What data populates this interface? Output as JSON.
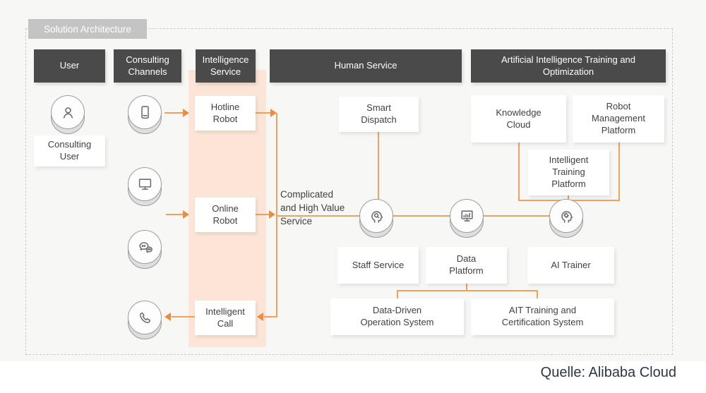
{
  "tag": {
    "label": "Solution Architecture"
  },
  "headers": {
    "user": "User",
    "consulting_channels": "Consulting Channels",
    "intelligence_service": "Intelligence Service",
    "human_service": "Human Service",
    "ai_training": "Artificial Intelligence Training and Optimization"
  },
  "nodes": {
    "consulting_user": "Consulting User",
    "hotline_robot": "Hotline Robot",
    "online_robot": "Online Robot",
    "intelligent_call": "Intelligent Call",
    "smart_dispatch": "Smart Dispatch",
    "knowledge_cloud": "Knowledge Cloud",
    "robot_management_platform": "Robot Management Platform",
    "intelligent_training_platform": "Intelligent Training Platform",
    "staff_service": "Staff Service",
    "data_platform": "Data Platform",
    "ai_trainer": "AI Trainer",
    "data_driven_operation_system": "Data-Driven Operation System",
    "ait_training_certification_system": "AIT Training and Certification System"
  },
  "labels": {
    "flow": "Complicated\nand High Value\nService",
    "source": "Quelle: Alibaba Cloud"
  },
  "icons": {
    "user": "person-icon",
    "hotline_channel": "smartphone-icon",
    "online_channel": "desktop-icon",
    "social_channel": "chat-bubbles-icon",
    "call_channel": "phone-handset-icon",
    "staff_agent": "agent-head-icon",
    "data_monitor": "monitor-chart-icon",
    "ai_engine": "ai-head-gear-icon"
  },
  "colors": {
    "accent_line": "#f2a15b",
    "arrowhead": "#ec8c3f",
    "header_bg": "#4a4a4b",
    "band_bg": "#fce5d6",
    "tag_bg": "#c4c4c4",
    "canvas_bg": "#f7f7f6"
  }
}
